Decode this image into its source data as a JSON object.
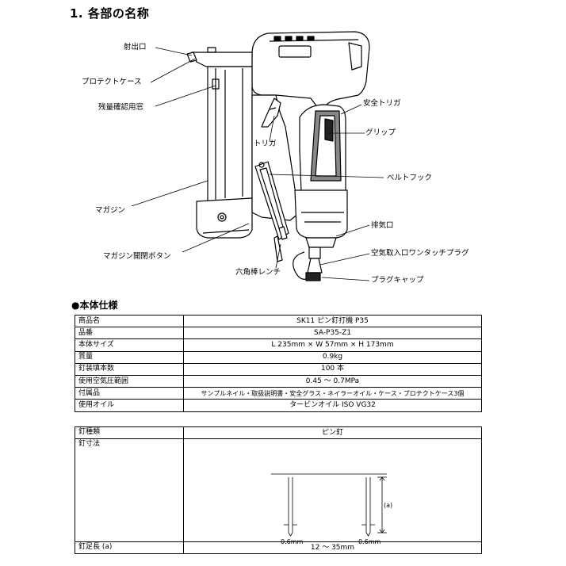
{
  "title": "1. 各部の名称",
  "parts": {
    "nozzle": "射出口",
    "protect_case": "プロテクトケース",
    "window": "残量確認用窓",
    "trigger": "トリガ",
    "magazine": "マガジン",
    "magazine_button": "マガジン開閉ボタン",
    "hex_wrench": "六角棒レンチ",
    "safety_trigger": "安全トリガ",
    "grip": "グリップ",
    "belt_hook": "ベルトフック",
    "exhaust": "排気口",
    "air_plug": "空気取入口ワンタッチプラグ",
    "plug_cap": "プラグキャップ"
  },
  "spec_heading": "●本体仕様",
  "spec_rows": [
    {
      "key": "商品名",
      "value": "SK11 ピン釘打機 P35"
    },
    {
      "key": "品番",
      "value": "SA-P35-Z1"
    },
    {
      "key": "本体サイズ",
      "value": "L 235mm × W 57mm × H 173mm"
    },
    {
      "key": "質量",
      "value": "0.9kg"
    },
    {
      "key": "釘装填本数",
      "value": "100 本"
    },
    {
      "key": "使用空気圧範囲",
      "value": "0.45 ～ 0.7MPa"
    },
    {
      "key": "付属品",
      "value": "サンプルネイル・取扱説明書・安全グラス・ネイラーオイル・ケース・プロテクトケース3個"
    },
    {
      "key": "使用オイル",
      "value": "タービンオイル ISO VG32"
    }
  ],
  "nail": {
    "type_key": "釘種類",
    "type_value": "ピン釘",
    "size_key": "釘寸法",
    "dim_a": "(a)",
    "dia1": "0.6mm",
    "dia2": "0.6mm",
    "length_key": "釘足長 (a)",
    "length_value": "12 ～ 35mm"
  }
}
